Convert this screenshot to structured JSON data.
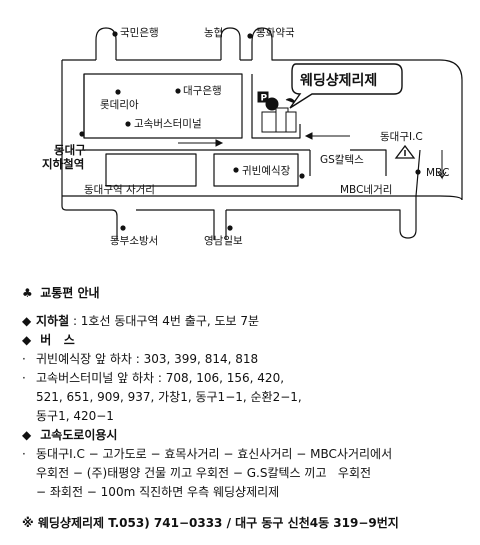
{
  "map": {
    "labels": {
      "kookmin_bank": "국민은행",
      "nonghyup": "농협",
      "bonghwa_pharmacy": "봉화약국",
      "lotteria": "롯데리아",
      "daegu_bank": "대구은행",
      "express_terminal": "고속버스터미널",
      "wedding_hall": "웨딩샹제리제",
      "parking": "P",
      "dongdaegu_ic": "동대구I.C",
      "subway_station": [
        "동대구",
        "지하철역"
      ],
      "gs_caltex": "GS칼텍스",
      "mbc": "MBC",
      "gwibin_restaurant": "귀빈예식장",
      "dongdaegu_station_intersection": "동대구역 사거리",
      "mbc_intersection": "MBC네거리",
      "dongbu_fire_station": "동부소방서",
      "yeongnam_ilbo": "영남일보"
    }
  },
  "guide": {
    "title": "교통편 안내",
    "subway": {
      "label": "지하철",
      "text": " : 1호선 동대구역 4번 출구, 도보 7분"
    },
    "bus": {
      "label": "버   스",
      "lines": [
        "귀빈예식장 앞 하차 : 303, 399, 814, 818",
        "고속버스터미널 앞 하차 : 708, 106, 156, 420,",
        "521, 651, 909, 937, 가창1, 동구1−1, 순환2−1,",
        "동구1, 420−1"
      ]
    },
    "highway": {
      "label": "고속도로이용시",
      "lines": [
        "동대구I.C − 고가도로 − 효목사거리 − 효신사거리 − MBC사거리에서",
        "우회전 − (주)태평양 건물 끼고 우회전 − G.S칼텍스 끼고   우회전",
        "− 좌회전 − 100m 직진하면 우측 웨딩샹제리제"
      ]
    },
    "footer": "※ 웨딩샹제리제 T.053) 741−0333 / 대구 동구 신천4동 319−9번지"
  },
  "symbols": {
    "club": "♣",
    "diamond": "◆",
    "dot": "·"
  }
}
